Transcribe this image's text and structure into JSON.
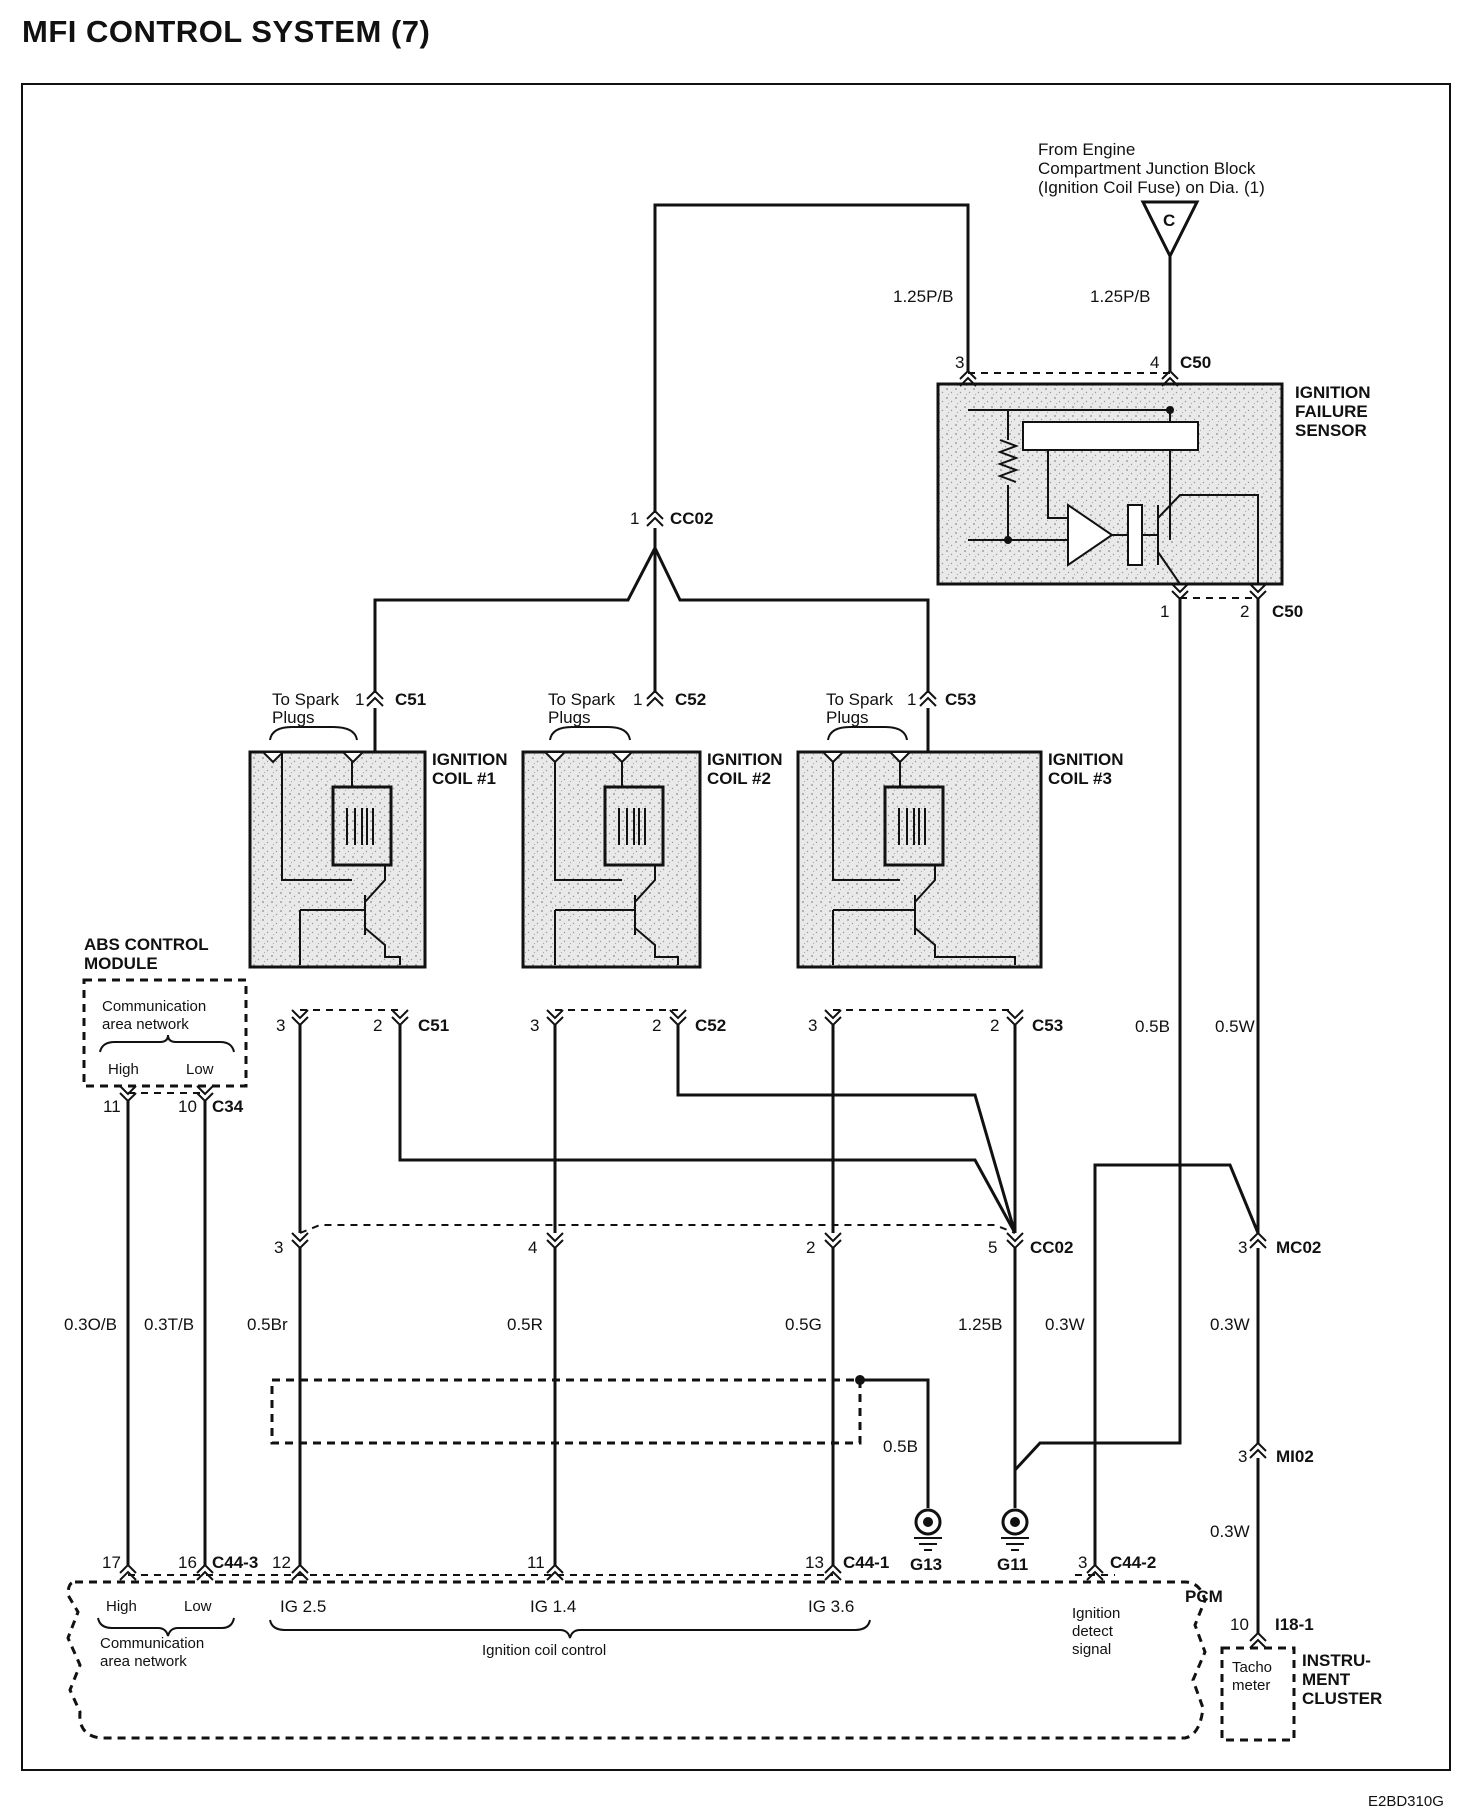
{
  "title": "MFI CONTROL SYSTEM (7)",
  "figure_code": "E2BD310G",
  "source": {
    "line1": "From Engine",
    "line2": "Compartment Junction Block",
    "line3": "(Ignition Coil Fuse) on Dia. (1)",
    "terminal": "C"
  },
  "wires": {
    "w125pb_a": "1.25P/B",
    "w125pb_b": "1.25P/B",
    "w05b_top": "0.5B",
    "w05w": "0.5W",
    "w03ob": "0.3O/B",
    "w03tb": "0.3T/B",
    "w05br": "0.5Br",
    "w05r": "0.5R",
    "w05g": "0.5G",
    "w125b": "1.25B",
    "w03w_a": "0.3W",
    "w03w_b": "0.3W",
    "w03w_c": "0.3W",
    "w05b_gnd": "0.5B"
  },
  "components": {
    "ifs_l1": "IGNITION",
    "ifs_l2": "FAILURE",
    "ifs_l3": "SENSOR",
    "coil1_l1": "IGNITION",
    "coil1_l2": "COIL #1",
    "coil2_l1": "IGNITION",
    "coil2_l2": "COIL #2",
    "coil3_l1": "IGNITION",
    "coil3_l2": "COIL #3",
    "spark_l1": "To Spark",
    "spark_l2": "Plugs",
    "abs_l1": "ABS CONTROL",
    "abs_l2": "MODULE",
    "abs_can_l1": "Communication",
    "abs_can_l2": "area network",
    "high": "High",
    "low": "Low",
    "pcm": "PCM",
    "pcm_can_l1": "Communication",
    "pcm_can_l2": "area network",
    "ig25": "IG 2.5",
    "ig14": "IG 1.4",
    "ig36": "IG 3.6",
    "ign_coil_control": "Ignition coil control",
    "ign_det_l1": "Ignition",
    "ign_det_l2": "detect",
    "ign_det_l3": "signal",
    "tacho_l1": "Tacho",
    "tacho_l2": "meter",
    "ic_l1": "INSTRU-",
    "ic_l2": "MENT",
    "ic_l3": "CLUSTER",
    "g13": "G13",
    "g11": "G11"
  },
  "connectors": {
    "c50": "C50",
    "cc02": "CC02",
    "c51": "C51",
    "c52": "C52",
    "c53": "C53",
    "c34": "C34",
    "mc02": "MC02",
    "mi02": "MI02",
    "c44_3": "C44-3",
    "c44_1": "C44-1",
    "c44_2": "C44-2",
    "i18_1": "I18-1"
  },
  "pins": {
    "p1": "1",
    "p2": "2",
    "p3": "3",
    "p4": "4",
    "p5": "5",
    "p10": "10",
    "p11": "11",
    "p12": "12",
    "p13": "13",
    "p16": "16",
    "p17": "17"
  }
}
